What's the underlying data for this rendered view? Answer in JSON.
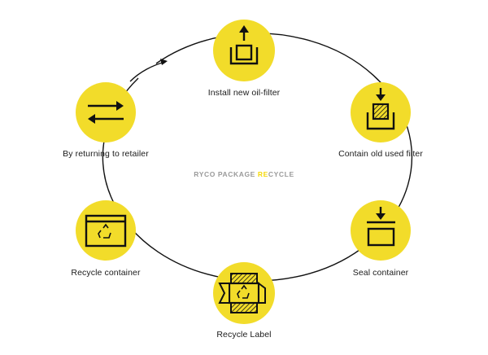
{
  "colors": {
    "accent": "#F2DC2A",
    "line": "#111111",
    "muted": "#9a9a9a",
    "highlight": "#f5d90a"
  },
  "center_title": {
    "part1": "RYCO PACKAGE ",
    "part2": "RE",
    "part3": "CYCLE"
  },
  "steps": [
    {
      "label": "Install new oil-filter",
      "icon": "box-arrow-up-icon"
    },
    {
      "label": "Contain old used filter",
      "icon": "box-arrow-down-hatched-icon"
    },
    {
      "label": "Seal container",
      "icon": "seal-box-icon"
    },
    {
      "label": "Recycle Label",
      "icon": "recycle-label-icon"
    },
    {
      "label": "Recycle container",
      "icon": "recycle-container-icon"
    },
    {
      "label": "By returning to retailer",
      "icon": "swap-arrows-icon"
    }
  ]
}
